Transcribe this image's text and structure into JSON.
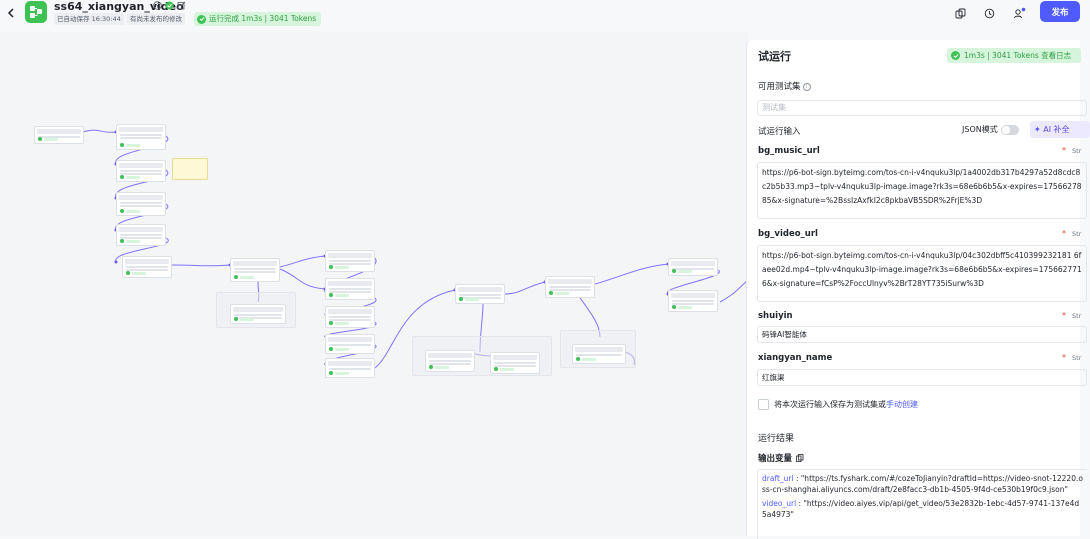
{
  "header": {
    "back_icon": "chevron-left-icon",
    "app_icon": "workflow-icon",
    "title": "ss64_xiangyan_video",
    "autosave": "已自动保存 16:30:44",
    "unpublished": "有尚未发布的修改",
    "run_status": "运行完成 1m3s | 3041 Tokens",
    "publish_label": "发布",
    "tools": [
      "copy-icon",
      "history-icon",
      "collaborator-icon"
    ]
  },
  "panel": {
    "title": "试运行",
    "stat": "1m3s | 3041 Tokens   查看日志",
    "testset_label": "可用测试集",
    "testset_placeholder": "测试集",
    "input_label": "试运行输入",
    "json_mode_label": "JSON模式",
    "ai_fill_label": "AI 补全",
    "fields": [
      {
        "name": "bg_music_url",
        "required": "*",
        "type_label": "Str",
        "value": "https://p6-bot-sign.byteimg.com/tos-cn-i-v4nquku3lp/1a4002db317b4297a52d8cdc8c2b5b33.mp3~tplv-v4nquku3lp-image.image?rk3s=68e6b6b5&x-expires=1756627885&x-signature=%2BssIzAxfkI2c8pkbaVB5SDR%2FrjE%3D"
      },
      {
        "name": "bg_video_url",
        "required": "*",
        "type_label": "Str",
        "value": "https://p6-bot-sign.byteimg.com/tos-cn-i-v4nquku3lp/04c302dbff5c410399232181 6faee02d.mp4~tplv-v4nquku3lp-image.image?rk3s=68e6b6b5&x-expires=1756627716&x-signature=fCsP%2FoccUlnyv%2BrT28YT735iSurw%3D"
      },
      {
        "name": "shuiyin",
        "required": "*",
        "type_label": "Str",
        "value": "码锋AI智能体"
      },
      {
        "name": "xiangyan_name",
        "required": "*",
        "type_label": "Str",
        "value": "红旗渠"
      }
    ],
    "save_hint_prefix": "将本次运行输入保存为测试集或",
    "save_hint_link": "手动创建",
    "result_title": "运行结果",
    "output_label": "输出变量",
    "outputs": [
      {
        "key": "draft_url",
        "value": "\"https://ts.fyshark.com/#/cozeToJianyin?draftId=https://video-snot-12220.oss-cn-shanghai.aliyuncs.com/draft/2e8facc3-db1b-4505-9f4d-ce530b19f0c9.json\""
      },
      {
        "key": "video_url",
        "value": "\"https://video.aiyes.vip/api/get_video/53e2832b-1ebc-4d57-9741-137e4d5a4973\""
      }
    ]
  }
}
